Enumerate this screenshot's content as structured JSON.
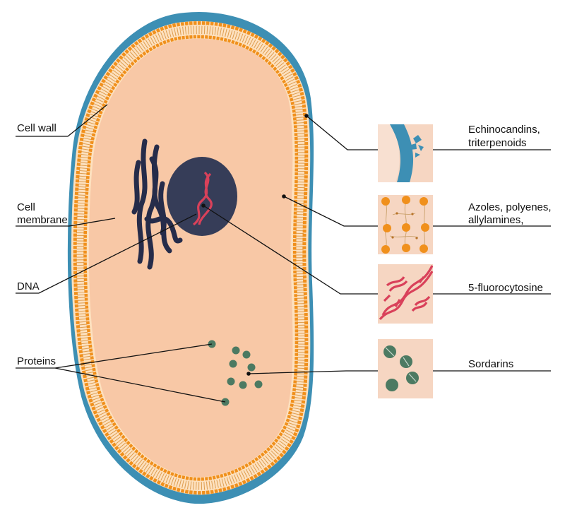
{
  "colors": {
    "cell_wall": "#3d8fb4",
    "membrane": "#f0901c",
    "cytoplasm": "#f8c8a6",
    "nucleus": "#363d58",
    "dna": "#d9415a",
    "er": "#262c4a",
    "protein": "#4c7a62",
    "inset_bg": "#f6d6c2"
  },
  "left_labels": {
    "cell_wall": "Cell wall",
    "cell_membrane_line1": "Cell",
    "cell_membrane_line2": "membrane",
    "dna": "DNA",
    "proteins": "Proteins"
  },
  "drug_labels": {
    "cell_wall_line1": "Echinocandins,",
    "cell_wall_line2": "triterpenoids",
    "membrane_line1": "Azoles, polyenes,",
    "membrane_line2": "allylamines,",
    "dna": "5-fluorocytosine",
    "protein": "Sordarins"
  }
}
